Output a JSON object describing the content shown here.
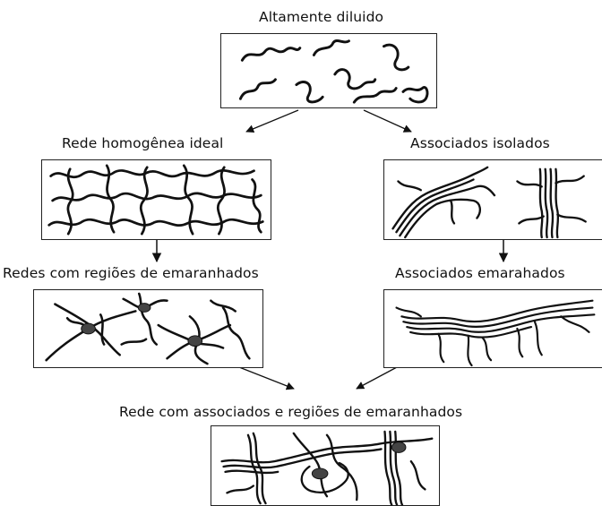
{
  "diagram": {
    "top": {
      "label": "Altamente diluido"
    },
    "left1": {
      "label": "Rede homogênea ideal"
    },
    "right1": {
      "label": "Associados isolados"
    },
    "left2": {
      "label": "Redes com regiões de emaranhados"
    },
    "right2": {
      "label": "Associados emarahados"
    },
    "bottom": {
      "label": "Rede com associados e regiões de emaranhados"
    }
  }
}
